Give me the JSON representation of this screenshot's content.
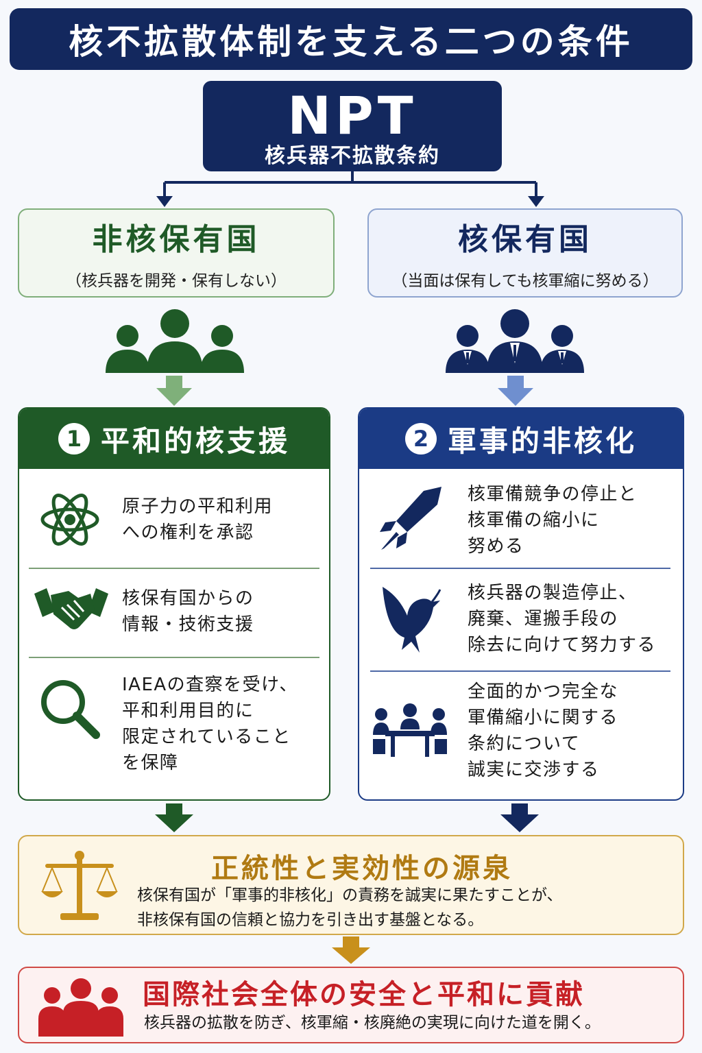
{
  "title": "核不拡散体制を支える二つの条件",
  "npt": {
    "abbr": "NPT",
    "full_name": "核兵器不拡散条約"
  },
  "non_nuclear_states": {
    "title": "非核保有国",
    "subtitle": "（核兵器を開発・保有しない）"
  },
  "nuclear_states": {
    "title": "核保有国",
    "subtitle": "（当面は保有しても核軍縮に努める）"
  },
  "pillar1": {
    "number": "1",
    "title": "平和的核支援",
    "items": [
      {
        "icon": "atom-icon",
        "text": "原子力の平和利用\nへの権利を承認"
      },
      {
        "icon": "handshake-icon",
        "text": "核保有国からの\n情報・技術支援"
      },
      {
        "icon": "magnifier-icon",
        "text": "IAEAの査察を受け、\n平和利用目的に\n限定されていること\nを保障"
      }
    ]
  },
  "pillar2": {
    "number": "2",
    "title": "軍事的非核化",
    "items": [
      {
        "icon": "missile-icon",
        "text": "核軍備競争の停止と\n核軍備の縮小に\n努める"
      },
      {
        "icon": "dove-icon",
        "text": "核兵器の製造停止、\n廃棄、運搬手段の\n除去に向けて努力する"
      },
      {
        "icon": "meeting-icon",
        "text": "全面的かつ完全な\n軍備縮小に関する\n条約について\n誠実に交渉する"
      }
    ]
  },
  "legitimacy": {
    "title": "正統性と実効性の源泉",
    "body": "核保有国が「軍事的非核化」の責務を誠実に果たすことが、\n非核保有国の信頼と協力を引き出す基盤となる。"
  },
  "peace": {
    "title": "国際社会全体の安全と平和に貢献",
    "body": "核兵器の拡散を防ぎ、核軍縮・核廃絶の実現に向けた道を開く。"
  },
  "colors": {
    "navy": "#13285e",
    "pillar2_blue": "#1b3b85",
    "green": "#1f5a27",
    "gold": "#b07a12",
    "red": "#c62026"
  }
}
